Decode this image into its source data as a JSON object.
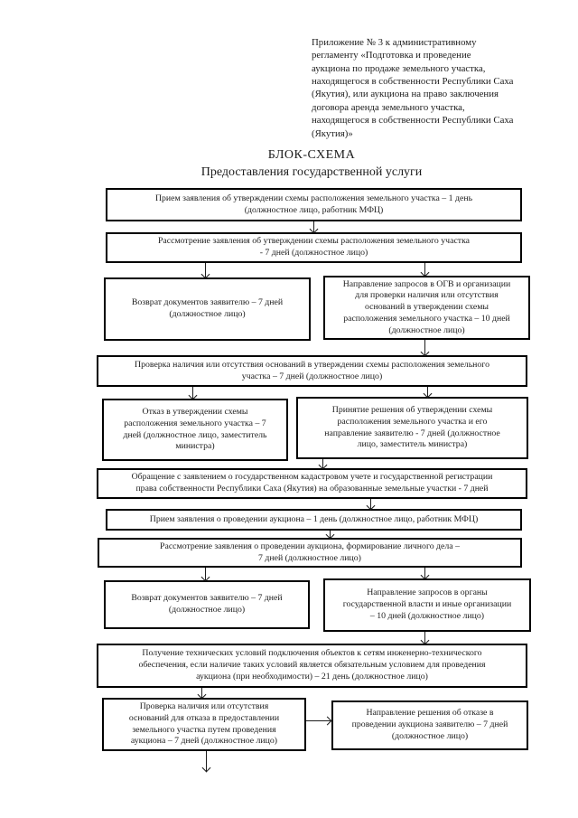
{
  "page": {
    "annotation": "Приложение № 3 к административному\nрегламенту  «Подготовка и проведение\nаукциона по продаже земельного участка,\nнаходящегося в собственности Республики Саха\n(Якутия), или аукциона на право заключения\nдоговора аренда земельного участка,\nнаходящегося в собственности Республики Саха\n(Якутия)»",
    "title": "БЛОК-СХЕМА",
    "subtitle": "Предоставления государственной услуги"
  },
  "flowchart": {
    "steps": {
      "receive_scheme_application": "Прием заявления об утверждении схемы расположения земельного участка – 1 день\n(должностное лицо, работник МФЦ)",
      "review_scheme_application": "Рассмотрение заявления об утверждении схемы расположения земельного участка\n- 7 дней (должностное лицо)",
      "return_documents_1": "Возврат документов заявителю – 7 дней\n(должностное лицо)",
      "send_requests_ogv": "Направление запросов в ОГВ и организации\nдля проверки наличия или отсутствия\nоснований в утверждении схемы\nрасположения земельного участка – 10 дней\n(должностное лицо)",
      "check_scheme_grounds": "Проверка наличия или отсутствия оснований в утверждении схемы расположения земельного\nучастка – 7 дней (должностное лицо)",
      "refuse_scheme": "Отказ в утверждении схемы\nрасположения земельного участка – 7\nдней (должностное лицо, заместитель\nминистра)",
      "approve_scheme": "Принятие решения об утверждении схемы\nрасположения земельного участка и его\nнаправление заявителю - 7 дней (должностное\nлицо, заместитель министра)",
      "cadastral_registration": "Обращение с заявлением о государственном кадастровом учете и государственной регистрации\nправа собственности Республики Саха (Якутия) на образованные земельные участки - 7 дней",
      "receive_auction_application": "Прием заявления о проведении аукциона – 1 день (должностное лицо, работник МФЦ)",
      "review_auction_application": "Рассмотрение заявления о проведении аукциона, формирование личного дела –\n7 дней (должностное лицо)",
      "return_documents_2": "Возврат документов заявителю – 7 дней\n(должностное лицо)",
      "send_requests_authorities": "Направление запросов в органы\nгосударственной власти и иные организации\n– 10 дней (должностное лицо)",
      "technical_conditions": "Получение технических условий подключения объектов к сетям инженерно-технического\nобеспечения, если наличие таких условий является обязательным условием для проведения\nаукциона (при необходимости) – 21 день (должностное лицо)",
      "check_refusal_grounds": "Проверка наличия или отсутствия\nоснований для отказа в предоставлении\nземельного участка путем проведения\nаукциона – 7 дней (должностное лицо)",
      "send_refusal_decision": "Направление решения об отказе в\nпроведении аукциона заявителю – 7 дней\n(должностное лицо)"
    }
  }
}
